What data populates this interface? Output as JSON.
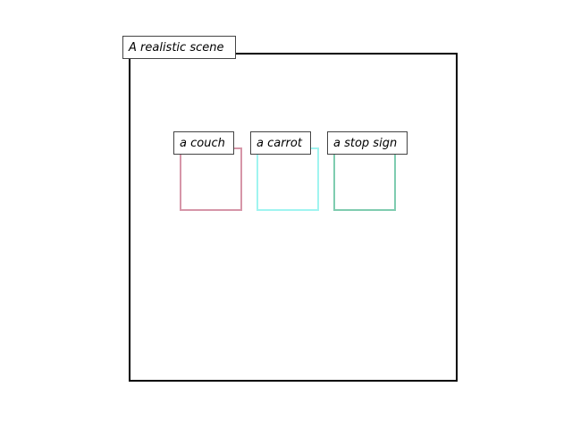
{
  "scene": {
    "label": "A realistic scene"
  },
  "objects": [
    {
      "label": "a couch",
      "color": "#d696a8"
    },
    {
      "label": "a carrot",
      "color": "#a0f4f0"
    },
    {
      "label": "a stop sign",
      "color": "#7fccb0"
    }
  ]
}
